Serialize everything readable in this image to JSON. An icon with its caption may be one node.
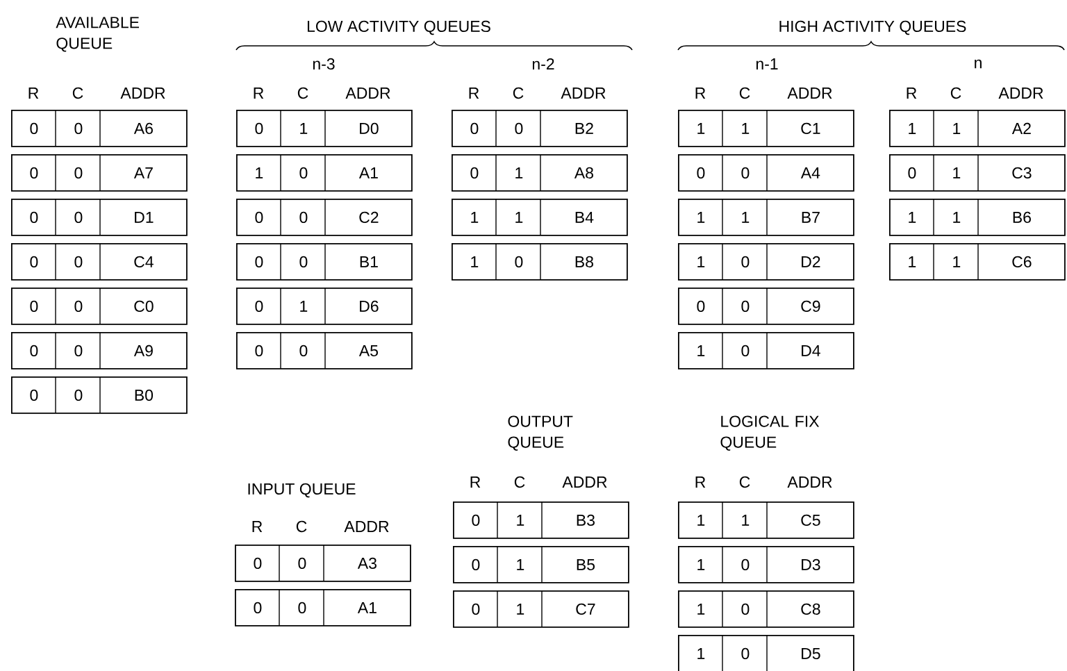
{
  "diagram": {
    "nodes": [
      {
        "text": [
          "0",
          "0",
          "A6"
        ]
      },
      {
        "text": [
          "0",
          "0",
          "A7"
        ]
      },
      {
        "text": [
          "0",
          "0",
          "D1"
        ]
      },
      {
        "text": [
          "0",
          "0",
          "C4"
        ]
      },
      {
        "text": [
          "0",
          "0",
          "C0"
        ]
      },
      {
        "text": [
          "0",
          "0",
          "A9"
        ]
      },
      {
        "text": [
          "0",
          "0",
          "B0"
        ]
      },
      {
        "text": [
          "0",
          "1",
          "D0"
        ]
      },
      {
        "text": [
          "1",
          "0",
          "A1"
        ]
      },
      {
        "text": [
          "0",
          "0",
          "C2"
        ]
      },
      {
        "text": [
          "0",
          "0",
          "B1"
        ]
      },
      {
        "text": [
          "0",
          "1",
          "D6"
        ]
      },
      {
        "text": [
          "0",
          "0",
          "A5"
        ]
      },
      {
        "text": [
          "0",
          "0",
          "B2"
        ]
      },
      {
        "text": [
          "0",
          "1",
          "A8"
        ]
      },
      {
        "text": [
          "1",
          "1",
          "B4"
        ]
      },
      {
        "text": [
          "1",
          "0",
          "B8"
        ]
      },
      {
        "text": [
          "1",
          "1",
          "C1"
        ]
      },
      {
        "text": [
          "0",
          "0",
          "A4"
        ]
      },
      {
        "text": [
          "1",
          "1",
          "B7"
        ]
      },
      {
        "text": [
          "1",
          "0",
          "D2"
        ]
      },
      {
        "text": [
          "0",
          "0",
          "C9"
        ]
      },
      {
        "text": [
          "1",
          "0",
          "D4"
        ]
      },
      {
        "text": [
          "1",
          "1",
          "A2"
        ]
      },
      {
        "text": [
          "0",
          "1",
          "C3"
        ]
      },
      {
        "text": [
          "1",
          "1",
          "B6"
        ]
      },
      {
        "text": [
          "1",
          "1",
          "C6"
        ]
      },
      {
        "text": [
          "0",
          "0",
          "A3"
        ]
      },
      {
        "text": [
          "0",
          "0",
          "A1"
        ]
      },
      {
        "text": [
          "0",
          "1",
          "B3"
        ]
      },
      {
        "text": [
          "0",
          "1",
          "B5"
        ]
      },
      {
        "text": [
          "0",
          "1",
          "C7"
        ]
      },
      {
        "text": [
          "1",
          "1",
          "C5"
        ]
      },
      {
        "text": [
          "1",
          "0",
          "D3"
        ]
      },
      {
        "text": [
          "1",
          "0",
          "C8"
        ]
      },
      {
        "text": [
          "1",
          "0",
          "D5"
        ]
      }
    ],
    "labels": [
      "AVAILABLE QUEUE",
      "LOW ACTIVITY QUEUES",
      "HIGH ACTIVITY QUEUES",
      "n-3",
      "n-2",
      "n-1",
      "n",
      "R",
      "C",
      "ADDR",
      "R",
      "C",
      "ADDR",
      "R",
      "C",
      "ADDR",
      "R",
      "C",
      "ADDR",
      "R",
      "C",
      "ADDR",
      "OUTPUT QUEUE",
      "LOGICAL FIX QUEUE",
      "R",
      "C",
      "ADDR",
      "R",
      "C",
      "ADDR",
      "INPUT QUEUE",
      "R",
      "C",
      "ADDR"
    ]
  }
}
